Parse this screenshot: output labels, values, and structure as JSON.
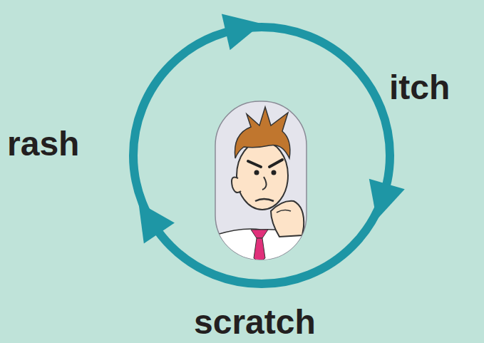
{
  "diagram": {
    "labels": [
      "itch",
      "rash",
      "scratch"
    ]
  }
}
